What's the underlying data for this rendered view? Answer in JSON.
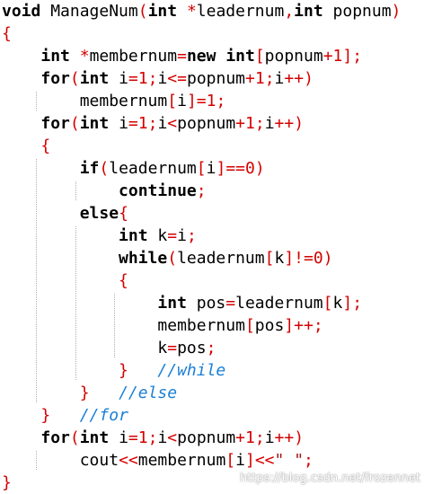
{
  "colors": {
    "keyword": "#000000",
    "operator": "#d40000",
    "number": "#d40000",
    "comment": "#1a7fd6",
    "background": "#ffffff"
  },
  "code": {
    "lines": [
      {
        "tokens": [
          {
            "t": "void",
            "c": "kw"
          },
          {
            "t": " ManageNum",
            "c": "id"
          },
          {
            "t": "(",
            "c": "br"
          },
          {
            "t": "int",
            "c": "kw"
          },
          {
            "t": " ",
            "c": "id"
          },
          {
            "t": "*",
            "c": "op"
          },
          {
            "t": "leadernum",
            "c": "id"
          },
          {
            "t": ",",
            "c": "op"
          },
          {
            "t": "int",
            "c": "kw"
          },
          {
            "t": " popnum",
            "c": "id"
          },
          {
            "t": ")",
            "c": "br"
          }
        ]
      },
      {
        "tokens": [
          {
            "t": "{",
            "c": "br"
          }
        ]
      },
      {
        "tokens": [
          {
            "t": "    ",
            "c": "id"
          },
          {
            "t": "int",
            "c": "kw"
          },
          {
            "t": " ",
            "c": "id"
          },
          {
            "t": "*",
            "c": "op"
          },
          {
            "t": "membernum",
            "c": "id"
          },
          {
            "t": "=",
            "c": "op"
          },
          {
            "t": "new",
            "c": "kw"
          },
          {
            "t": " ",
            "c": "id"
          },
          {
            "t": "int",
            "c": "kw"
          },
          {
            "t": "[",
            "c": "br"
          },
          {
            "t": "popnum",
            "c": "id"
          },
          {
            "t": "+",
            "c": "op"
          },
          {
            "t": "1",
            "c": "num"
          },
          {
            "t": "]",
            "c": "br"
          },
          {
            "t": ";",
            "c": "op"
          }
        ]
      },
      {
        "tokens": [
          {
            "t": "    ",
            "c": "id"
          },
          {
            "t": "for",
            "c": "kw"
          },
          {
            "t": "(",
            "c": "br"
          },
          {
            "t": "int",
            "c": "kw"
          },
          {
            "t": " i",
            "c": "id"
          },
          {
            "t": "=",
            "c": "op"
          },
          {
            "t": "1",
            "c": "num"
          },
          {
            "t": ";",
            "c": "op"
          },
          {
            "t": "i",
            "c": "id"
          },
          {
            "t": "<=",
            "c": "op"
          },
          {
            "t": "popnum",
            "c": "id"
          },
          {
            "t": "+",
            "c": "op"
          },
          {
            "t": "1",
            "c": "num"
          },
          {
            "t": ";",
            "c": "op"
          },
          {
            "t": "i",
            "c": "id"
          },
          {
            "t": "++",
            "c": "op"
          },
          {
            "t": ")",
            "c": "br"
          }
        ]
      },
      {
        "tokens": [
          {
            "t": "        ",
            "c": "id"
          },
          {
            "t": "membernum",
            "c": "id"
          },
          {
            "t": "[",
            "c": "br"
          },
          {
            "t": "i",
            "c": "id"
          },
          {
            "t": "]",
            "c": "br"
          },
          {
            "t": "=",
            "c": "op"
          },
          {
            "t": "1",
            "c": "num"
          },
          {
            "t": ";",
            "c": "op"
          }
        ]
      },
      {
        "tokens": [
          {
            "t": "    ",
            "c": "id"
          },
          {
            "t": "for",
            "c": "kw"
          },
          {
            "t": "(",
            "c": "br"
          },
          {
            "t": "int",
            "c": "kw"
          },
          {
            "t": " i",
            "c": "id"
          },
          {
            "t": "=",
            "c": "op"
          },
          {
            "t": "1",
            "c": "num"
          },
          {
            "t": ";",
            "c": "op"
          },
          {
            "t": "i",
            "c": "id"
          },
          {
            "t": "<",
            "c": "op"
          },
          {
            "t": "popnum",
            "c": "id"
          },
          {
            "t": "+",
            "c": "op"
          },
          {
            "t": "1",
            "c": "num"
          },
          {
            "t": ";",
            "c": "op"
          },
          {
            "t": "i",
            "c": "id"
          },
          {
            "t": "++",
            "c": "op"
          },
          {
            "t": ")",
            "c": "br"
          }
        ]
      },
      {
        "tokens": [
          {
            "t": "    ",
            "c": "id"
          },
          {
            "t": "{",
            "c": "br"
          }
        ]
      },
      {
        "tokens": [
          {
            "t": "        ",
            "c": "id"
          },
          {
            "t": "if",
            "c": "kw"
          },
          {
            "t": "(",
            "c": "br"
          },
          {
            "t": "leadernum",
            "c": "id"
          },
          {
            "t": "[",
            "c": "br"
          },
          {
            "t": "i",
            "c": "id"
          },
          {
            "t": "]",
            "c": "br"
          },
          {
            "t": "==",
            "c": "op"
          },
          {
            "t": "0",
            "c": "num"
          },
          {
            "t": ")",
            "c": "br"
          }
        ]
      },
      {
        "tokens": [
          {
            "t": "            ",
            "c": "id"
          },
          {
            "t": "continue",
            "c": "kw"
          },
          {
            "t": ";",
            "c": "op"
          }
        ]
      },
      {
        "tokens": [
          {
            "t": "        ",
            "c": "id"
          },
          {
            "t": "else",
            "c": "kw"
          },
          {
            "t": "{",
            "c": "br"
          }
        ]
      },
      {
        "tokens": [
          {
            "t": "            ",
            "c": "id"
          },
          {
            "t": "int",
            "c": "kw"
          },
          {
            "t": " k",
            "c": "id"
          },
          {
            "t": "=",
            "c": "op"
          },
          {
            "t": "i",
            "c": "id"
          },
          {
            "t": ";",
            "c": "op"
          }
        ]
      },
      {
        "tokens": [
          {
            "t": "            ",
            "c": "id"
          },
          {
            "t": "while",
            "c": "kw"
          },
          {
            "t": "(",
            "c": "br"
          },
          {
            "t": "leadernum",
            "c": "id"
          },
          {
            "t": "[",
            "c": "br"
          },
          {
            "t": "k",
            "c": "id"
          },
          {
            "t": "]",
            "c": "br"
          },
          {
            "t": "!=",
            "c": "op"
          },
          {
            "t": "0",
            "c": "num"
          },
          {
            "t": ")",
            "c": "br"
          }
        ]
      },
      {
        "tokens": [
          {
            "t": "            ",
            "c": "id"
          },
          {
            "t": "{",
            "c": "br"
          }
        ]
      },
      {
        "tokens": [
          {
            "t": "                ",
            "c": "id"
          },
          {
            "t": "int",
            "c": "kw"
          },
          {
            "t": " pos",
            "c": "id"
          },
          {
            "t": "=",
            "c": "op"
          },
          {
            "t": "leadernum",
            "c": "id"
          },
          {
            "t": "[",
            "c": "br"
          },
          {
            "t": "k",
            "c": "id"
          },
          {
            "t": "]",
            "c": "br"
          },
          {
            "t": ";",
            "c": "op"
          }
        ]
      },
      {
        "tokens": [
          {
            "t": "                ",
            "c": "id"
          },
          {
            "t": "membernum",
            "c": "id"
          },
          {
            "t": "[",
            "c": "br"
          },
          {
            "t": "pos",
            "c": "id"
          },
          {
            "t": "]",
            "c": "br"
          },
          {
            "t": "++",
            "c": "op"
          },
          {
            "t": ";",
            "c": "op"
          }
        ]
      },
      {
        "tokens": [
          {
            "t": "                ",
            "c": "id"
          },
          {
            "t": "k",
            "c": "id"
          },
          {
            "t": "=",
            "c": "op"
          },
          {
            "t": "pos",
            "c": "id"
          },
          {
            "t": ";",
            "c": "op"
          }
        ]
      },
      {
        "tokens": [
          {
            "t": "            ",
            "c": "id"
          },
          {
            "t": "}",
            "c": "br"
          },
          {
            "t": "   ",
            "c": "id"
          },
          {
            "t": "//while",
            "c": "cm"
          }
        ]
      },
      {
        "tokens": [
          {
            "t": "        ",
            "c": "id"
          },
          {
            "t": "}",
            "c": "br"
          },
          {
            "t": "   ",
            "c": "id"
          },
          {
            "t": "//else",
            "c": "cm"
          }
        ]
      },
      {
        "tokens": [
          {
            "t": "    ",
            "c": "id"
          },
          {
            "t": "}",
            "c": "br"
          },
          {
            "t": "   ",
            "c": "id"
          },
          {
            "t": "//for",
            "c": "cm"
          }
        ]
      },
      {
        "tokens": [
          {
            "t": "    ",
            "c": "id"
          },
          {
            "t": "for",
            "c": "kw"
          },
          {
            "t": "(",
            "c": "br"
          },
          {
            "t": "int",
            "c": "kw"
          },
          {
            "t": " i",
            "c": "id"
          },
          {
            "t": "=",
            "c": "op"
          },
          {
            "t": "1",
            "c": "num"
          },
          {
            "t": ";",
            "c": "op"
          },
          {
            "t": "i",
            "c": "id"
          },
          {
            "t": "<",
            "c": "op"
          },
          {
            "t": "popnum",
            "c": "id"
          },
          {
            "t": "+",
            "c": "op"
          },
          {
            "t": "1",
            "c": "num"
          },
          {
            "t": ";",
            "c": "op"
          },
          {
            "t": "i",
            "c": "id"
          },
          {
            "t": "++",
            "c": "op"
          },
          {
            "t": ")",
            "c": "br"
          }
        ]
      },
      {
        "tokens": [
          {
            "t": "        ",
            "c": "id"
          },
          {
            "t": "cout",
            "c": "id"
          },
          {
            "t": "<<",
            "c": "op"
          },
          {
            "t": "membernum",
            "c": "id"
          },
          {
            "t": "[",
            "c": "br"
          },
          {
            "t": "i",
            "c": "id"
          },
          {
            "t": "]",
            "c": "br"
          },
          {
            "t": "<<",
            "c": "op"
          },
          {
            "t": "\" \"",
            "c": "str"
          },
          {
            "t": ";",
            "c": "op"
          }
        ]
      },
      {
        "tokens": [
          {
            "t": "}",
            "c": "br"
          }
        ]
      }
    ]
  },
  "watermark": {
    "text": "https://blog.csdn.net/frozennet"
  }
}
